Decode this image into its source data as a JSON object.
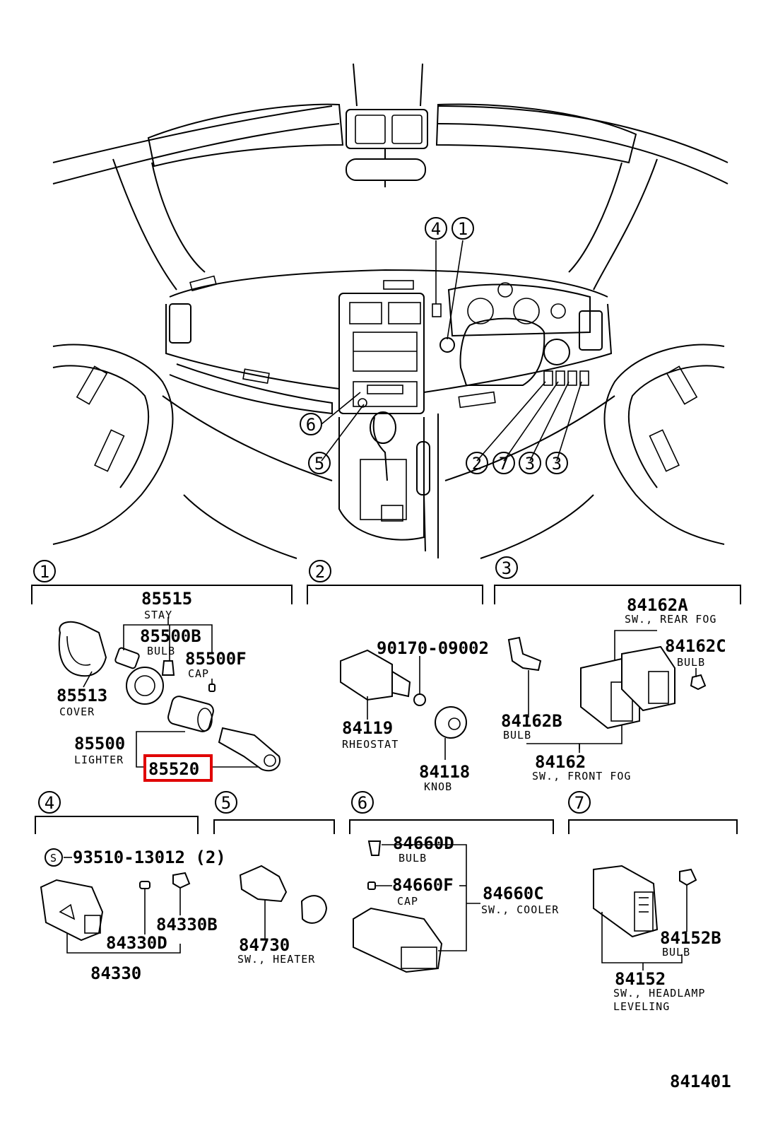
{
  "diagram_id": "841401",
  "overview_callouts": [
    "4",
    "1",
    "6",
    "5",
    "2",
    "7",
    "3",
    "3"
  ],
  "highlight_color": "#e00000",
  "sections": [
    {
      "number": "1",
      "parts": [
        {
          "number": "85515",
          "label": "STAY"
        },
        {
          "number": "85500B",
          "label": "BULB"
        },
        {
          "number": "85500F",
          "label": "CAP"
        },
        {
          "number": "85513",
          "label": "COVER"
        },
        {
          "number": "85500",
          "label": "LIGHTER"
        },
        {
          "number": "85520",
          "label": "",
          "highlighted": true
        }
      ]
    },
    {
      "number": "2",
      "parts": [
        {
          "number": "90170-09002",
          "label": ""
        },
        {
          "number": "84119",
          "label": "RHEOSTAT"
        },
        {
          "number": "84118",
          "label": "KNOB"
        }
      ]
    },
    {
      "number": "3",
      "parts": [
        {
          "number": "84162A",
          "label": "SW., REAR FOG"
        },
        {
          "number": "84162C",
          "label": "BULB"
        },
        {
          "number": "84162B",
          "label": "BULB"
        },
        {
          "number": "84162",
          "label": "SW., FRONT FOG"
        }
      ]
    },
    {
      "number": "4",
      "parts": [
        {
          "number": "93510-13012 (2)",
          "label": "",
          "prefix_symbol": "S"
        },
        {
          "number": "84330B",
          "label": ""
        },
        {
          "number": "84330D",
          "label": ""
        },
        {
          "number": "84330",
          "label": ""
        }
      ]
    },
    {
      "number": "5",
      "parts": [
        {
          "number": "84730",
          "label": "SW., HEATER"
        }
      ]
    },
    {
      "number": "6",
      "parts": [
        {
          "number": "84660D",
          "label": "BULB"
        },
        {
          "number": "84660F",
          "label": "CAP"
        },
        {
          "number": "84660C",
          "label": "SW., COOLER"
        }
      ]
    },
    {
      "number": "7",
      "parts": [
        {
          "number": "84152B",
          "label": "BULB"
        },
        {
          "number": "84152",
          "label": "SW., HEADLAMP",
          "label2": "LEVELING"
        }
      ]
    }
  ]
}
